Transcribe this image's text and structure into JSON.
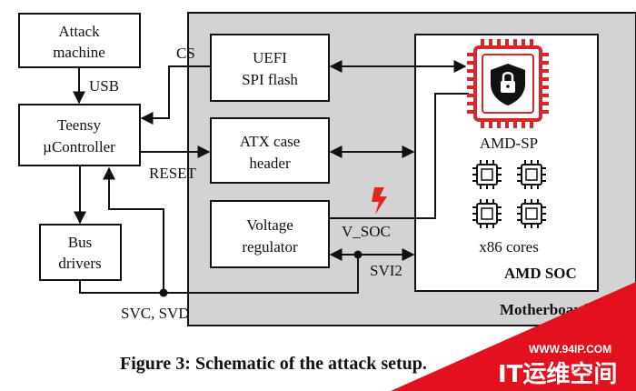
{
  "boxes": {
    "attack_machine": [
      "Attack",
      "machine"
    ],
    "teensy": [
      "Teensy",
      "µController"
    ],
    "bus_drivers": [
      "Bus",
      "drivers"
    ],
    "uefi": [
      "UEFI",
      "SPI flash"
    ],
    "atx": [
      "ATX case",
      "header"
    ],
    "voltage_regulator": [
      "Voltage",
      "regulator"
    ]
  },
  "labels": {
    "usb": "USB",
    "cs": "CS",
    "reset": "RESET",
    "v_soc": "V_SOC",
    "svi2": "SVI2",
    "svc_svd": "SVC, SVD",
    "amd_sp": "AMD-SP",
    "x86_cores": "x86 cores",
    "amd_soc": "AMD SOC",
    "motherboard": "Motherboard"
  },
  "caption": "Figure 3: Schematic of the attack setup.",
  "watermark": {
    "url": "WWW.94IP.COM",
    "name": "IT运维空间"
  },
  "colors": {
    "motherboard_fill": "#d3d3d3",
    "amd_sp_red": "#d9262b",
    "glitch_red": "#e0261f",
    "watermark_red": "#e3101e"
  },
  "icons": {
    "amd_sp": "shield-lock-chip-icon",
    "glitch": "lightning-bolt-icon",
    "cores": "cpu-chip-icon"
  }
}
